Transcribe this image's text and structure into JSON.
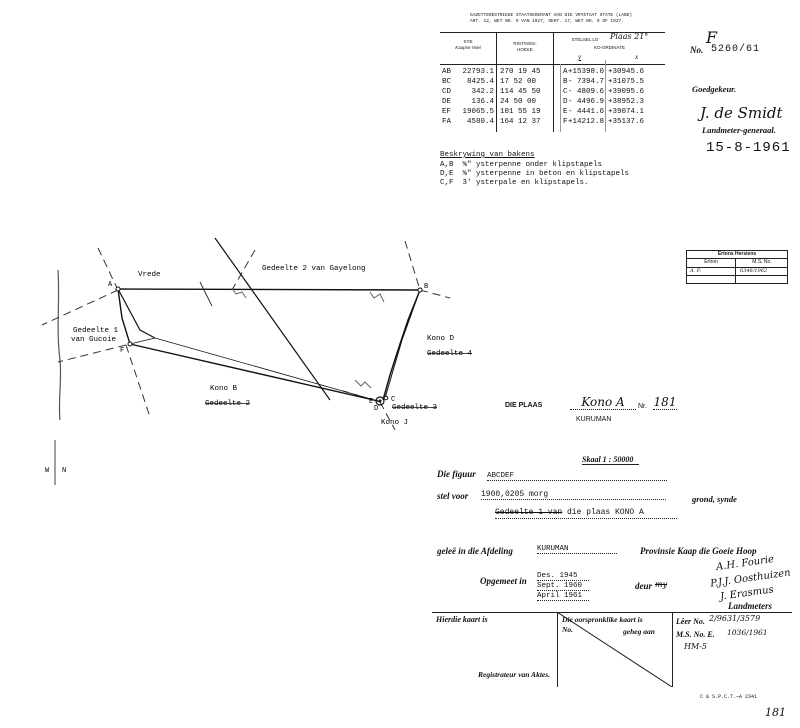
{
  "top_reference": {
    "line1": "GAZETTERESTRIEKE STAATSKOERANT VAN DIE VRYSTAAT STATE (LAND)",
    "line2": "ART. 12, WET NO. 9 VAN 1927, SEKT. 17, WET NO. 9 OF 1927."
  },
  "coord_table": {
    "col_sides_title": "SYE",
    "col_sides_unit": "Kaapse Voet",
    "col_dir_title": "RIGTINGS-",
    "col_dir_sub": "HOEKE",
    "col_coord_title": "STELSEL LO",
    "col_coord_handwritten": "Plaas 21°",
    "col_coord_sub": "KO-ORDINATE",
    "col_y": "y",
    "col_x": "x",
    "rows": [
      {
        "side": "AB",
        "length": "22793.1",
        "dir": "270 19 45",
        "pt": "A",
        "y": "+15398.0",
        "x": "+30945.6"
      },
      {
        "side": "BC",
        "length": "8425.4",
        "dir": "17 52 00",
        "pt": "B",
        "y": "- 7394.7",
        "x": "+31075.5"
      },
      {
        "side": "CD",
        "length": "342.2",
        "dir": "114 45 50",
        "pt": "C",
        "y": "- 4809.6",
        "x": "+39095.6"
      },
      {
        "side": "DE",
        "length": "136.4",
        "dir": "24 50 00",
        "pt": "D",
        "y": "- 4496.9",
        "x": "+38952.3"
      },
      {
        "side": "EF",
        "length": "19065.5",
        "dir": "101 55 19",
        "pt": "E",
        "y": "- 4441.6",
        "x": "+39074.1"
      },
      {
        "side": "FA",
        "length": "4580.4",
        "dir": "164 12 37",
        "pt": "F",
        "y": "+14212.8",
        "x": "+35137.6"
      }
    ]
  },
  "beacons": {
    "title": "Beskrywing van bakens",
    "lines": [
      "A,B  ⅝\" ysterpenne onder klipstapels",
      "D,E  ⅝\" ysterpenne in beton en klipstapels",
      "C,F  3' ysterpale en klipstapels."
    ]
  },
  "approval": {
    "no_label": "No.",
    "no_letter": "F",
    "no_value": "5260/61",
    "approved": "Goedgekeur.",
    "signature": "J. de Smidt",
    "title": "Landmeter-generaal.",
    "date": "15-8-1961"
  },
  "beacon_box": {
    "title": "Ertons Hersiens",
    "col1": "Ertron",
    "col2": "M.S. No.",
    "r1c1": "A. F.",
    "r1c2": "6346/1962"
  },
  "map": {
    "label_A": "A",
    "label_B": "B",
    "label_F": "F",
    "label_E": "E",
    "label_D": "D",
    "label_C": "C",
    "vrede": "Vrede",
    "gedeelte2_gayelong": "Gedeelte 2 van Gayelong",
    "gedeelte1_line1": "Gedeelte 1",
    "gedeelte1_line2": "van Gucoie",
    "kono_d": "Kono D",
    "gedeelte4": "Gedeelte 4",
    "kono_b": "Kono B",
    "gedeelte2": "Gedeelte 2",
    "gedeelte3": "Gedeelte 3",
    "kono_j": "Kono J",
    "w_label": "W",
    "n_label": "N"
  },
  "farm": {
    "prefix": "DIE PLAAS",
    "name": "Kono A",
    "nr_label": "Nr.",
    "nr_value": "181",
    "district": "KURUMAN"
  },
  "scale": "Skaal 1 : 50000",
  "figure": {
    "label": "Die figuur",
    "value": "ABCDEF",
    "stel_label": "stel voor",
    "area": "1900,0205 morg",
    "grond": "grond, synde",
    "gedeelte_struck": "Gedeelte 1 van",
    "plaas_rest": "die plaas KONO  A"
  },
  "location": {
    "label": "geleë in die Afdeling",
    "district": "KURUMAN",
    "province": "Provinsie Kaap die Goeie Hoop"
  },
  "survey": {
    "label": "Opgemeet in",
    "dates": [
      "Des. 1945",
      "Sept. 1960",
      "April 1961"
    ],
    "deur": "deur",
    "deur_val": "my",
    "sig1": "A.H. Fourie",
    "sig2": "P.J.J. Oosthuizen",
    "sig3": "J. Erasmus",
    "landmeters": "Landmeters"
  },
  "bottom": {
    "hierdie": "Hierdie kaart is",
    "oorspronklike1": "Die oorspronklike kaart is",
    "oorspronklike2": "No.",
    "geheg": "geheg aan",
    "lêer": "Lêer No.",
    "lêer_val": "2/9631/3579",
    "ms": "M.S. No. E.",
    "ms_val": "1036/1961",
    "hm": "HM-5",
    "registrateur": "Registrateur van Aktes."
  },
  "printer": "C & S.P.C.T.—A 2341",
  "page_no": "181"
}
